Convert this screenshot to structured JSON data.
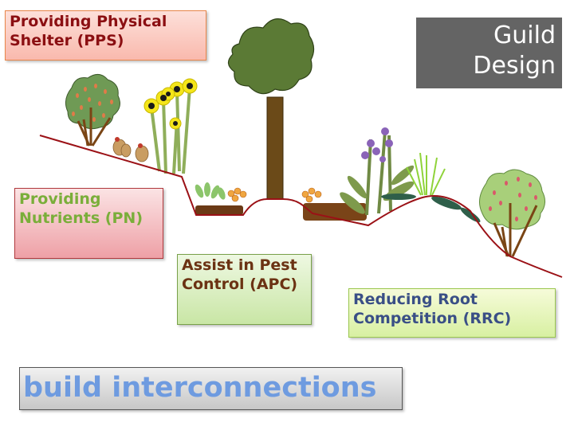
{
  "title": {
    "line1": "Guild",
    "line2": "Design"
  },
  "boxes": {
    "pps": {
      "line1": "Providing Physical",
      "line2": "Shelter (PPS)"
    },
    "pn": {
      "line1": "Providing",
      "line2": "Nutrients (PN)"
    },
    "apc": {
      "line1": "Assist in Pest",
      "line2": "Control (APC)"
    },
    "rrc": {
      "line1": "Reducing Root",
      "line2": "Competition (RRC)"
    }
  },
  "footer": {
    "text": "build interconnections"
  },
  "colors": {
    "ground_line": "#9b1116",
    "title_bg": "#646464",
    "footer_text": "#6e9be0"
  },
  "illustration": {
    "elements": [
      "fruit-shrub-left",
      "chickens",
      "sunflowers",
      "seedlings",
      "tall-tree",
      "marigolds",
      "mulch",
      "lupine-flowers",
      "grass-clump",
      "groundcover",
      "fruit-shrub-right"
    ]
  }
}
